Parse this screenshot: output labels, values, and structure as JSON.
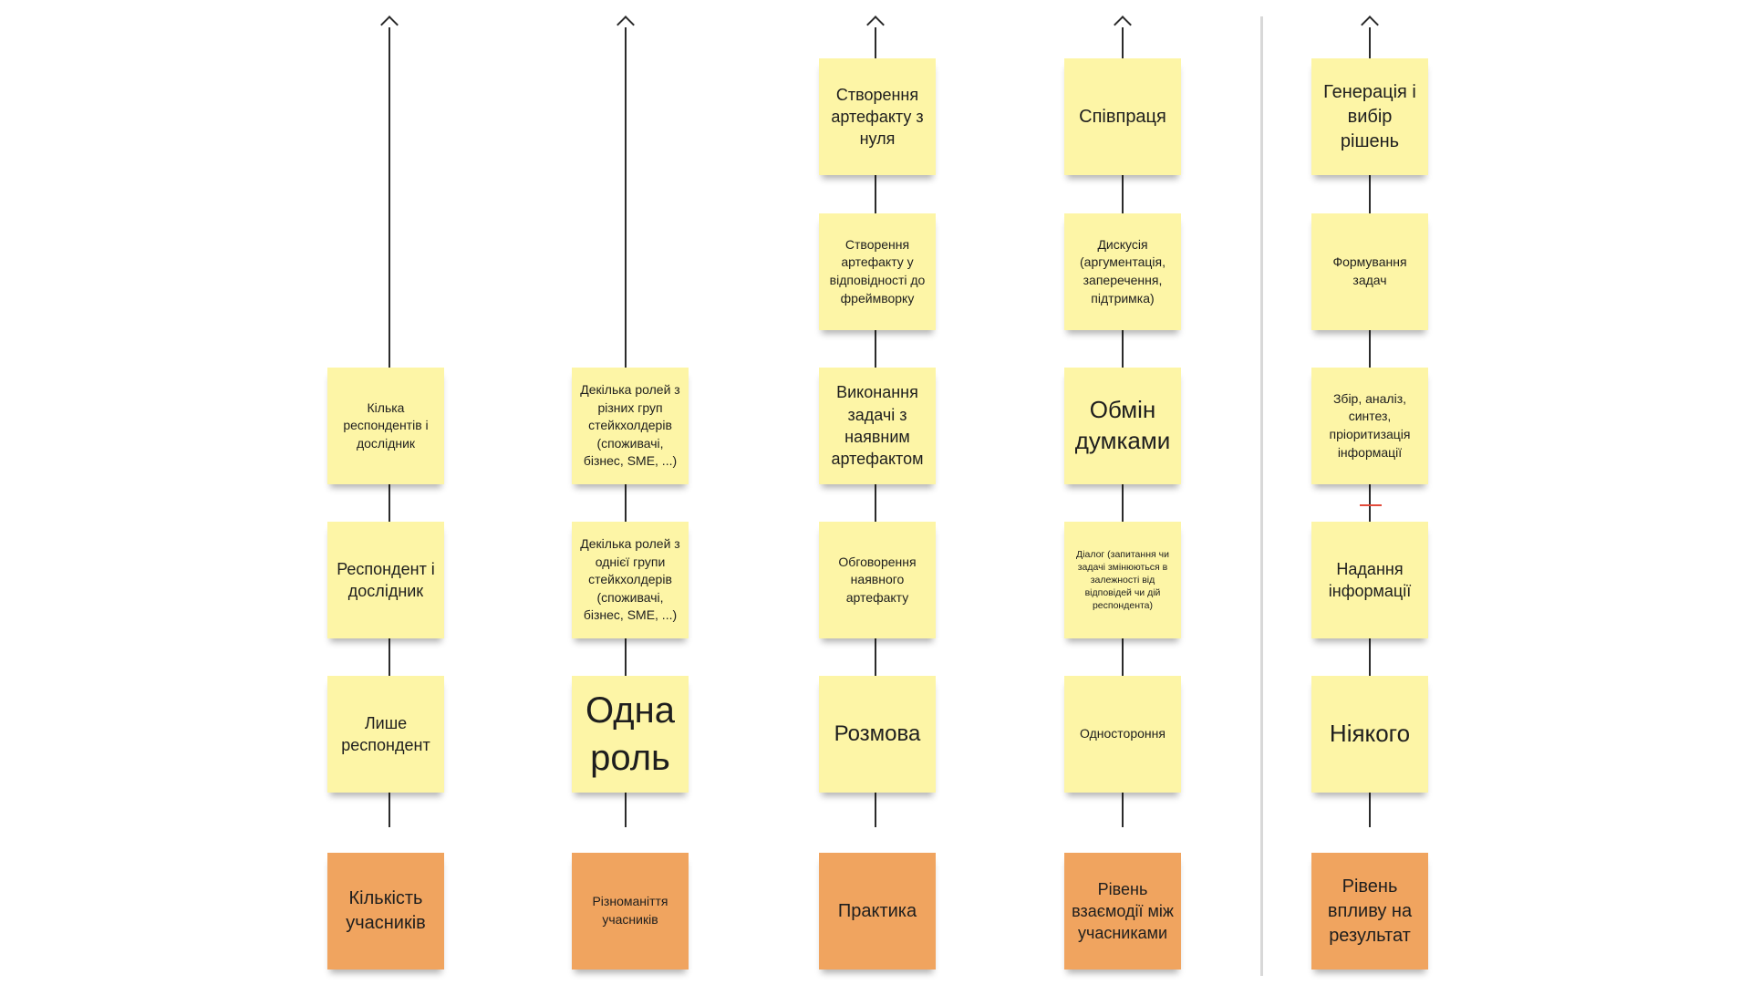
{
  "columns": [
    {
      "header": "Кількість учасників",
      "levels": [
        "Лише респондент",
        "Респондент і дослідник",
        "Кілька респондентів і дослідник"
      ]
    },
    {
      "header": "Різноманіття учасників",
      "levels": [
        "Одна роль",
        "Декілька ролей з однієї групи стейкхолдерів (споживачі, бізнес, SME, ...)",
        "Декілька ролей з різних груп стейкхолдерів (споживачі, бізнес, SME, ...)"
      ]
    },
    {
      "header": "Практика",
      "levels": [
        "Розмова",
        "Обговорення наявного артефакту",
        "Виконання задачі з наявним артефактом",
        "Створення артефакту у відповідності до фреймворку",
        "Створення артефакту з нуля"
      ]
    },
    {
      "header": "Рівень взаємодії між учасниками",
      "levels": [
        "Одностороння",
        "Діалог (запитання чи задачі змінюються в залежності від відповідей чи дій респондента)",
        "Обмін думками",
        "Дискусія (аргументація, заперечення, підтримка)",
        "Співпраця"
      ]
    },
    {
      "header": "Рівень впливу на результат",
      "levels": [
        "Ніякого",
        "Надання інформації",
        "Збір, аналіз, синтез, пріоритизація інформації",
        "Формування задач",
        "Генерація і вибір рішень"
      ]
    }
  ],
  "colors": {
    "sticky_yellow": "#fdf5a6",
    "sticky_orange": "#f0a45f",
    "axis": "#2b2b2b",
    "divider": "#d8d8d8",
    "marker": "#e24a3b"
  }
}
